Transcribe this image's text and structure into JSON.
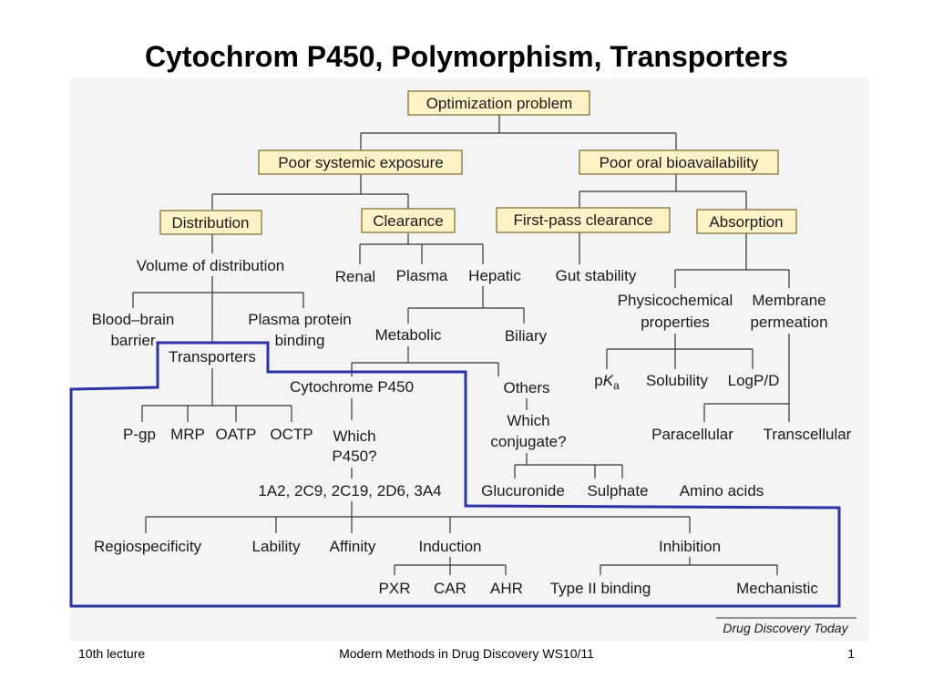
{
  "slide": {
    "title": "Cytochrom P450, Polymorphism, Transporters"
  },
  "diagram": {
    "boxes": {
      "optimization": "Optimization problem",
      "poor_systemic": "Poor systemic exposure",
      "poor_oral": "Poor oral bioavailability",
      "distribution": "Distribution",
      "clearance": "Clearance",
      "first_pass": "First-pass clearance",
      "absorption": "Absorption"
    },
    "labels": {
      "volume": "Volume of distribution",
      "bbb_1": "Blood–brain",
      "bbb_2": "barrier",
      "ppb_1": "Plasma protein",
      "ppb_2": "binding",
      "transporters": "Transporters",
      "pgp": "P-gp",
      "mrp": "MRP",
      "oatp": "OATP",
      "octp": "OCTP",
      "renal": "Renal",
      "plasma": "Plasma",
      "hepatic": "Hepatic",
      "gut": "Gut stability",
      "metabolic": "Metabolic",
      "biliary": "Biliary",
      "cyp": "Cytochrome P450",
      "others": "Others",
      "which_p450_1": "Which",
      "which_p450_2": "P450?",
      "isoforms": "1A2, 2C9, 2C19, 2D6, 3A4",
      "which_conj_1": "Which",
      "which_conj_2": "conjugate?",
      "glucuronide": "Glucuronide",
      "sulphate": "Sulphate",
      "amino": "Amino acids",
      "physchem_1": "Physicochemical",
      "physchem_2": "properties",
      "membrane_1": "Membrane",
      "membrane_2": "permeation",
      "pka_p": "p",
      "pka_K": "K",
      "pka_a": "a",
      "solubility": "Solubility",
      "logpd": "LogP/D",
      "paracellular": "Paracellular",
      "transcellular": "Transcellular",
      "regio": "Regiospecificity",
      "lability": "Lability",
      "affinity": "Affinity",
      "induction": "Induction",
      "inhibition": "Inhibition",
      "pxr": "PXR",
      "car": "CAR",
      "ahr": "AHR",
      "type2": "Type II binding",
      "mechanistic": "Mechanistic"
    },
    "source": "Drug Discovery Today",
    "colors": {
      "box_fill": "#fdf3c6",
      "box_border": "#7a6a2a",
      "highlight": "#2a32a8",
      "background": "#f4f4f4"
    }
  },
  "footer": {
    "left": "10th lecture",
    "center": "Modern Methods in Drug Discovery WS10/11",
    "page": "1"
  }
}
